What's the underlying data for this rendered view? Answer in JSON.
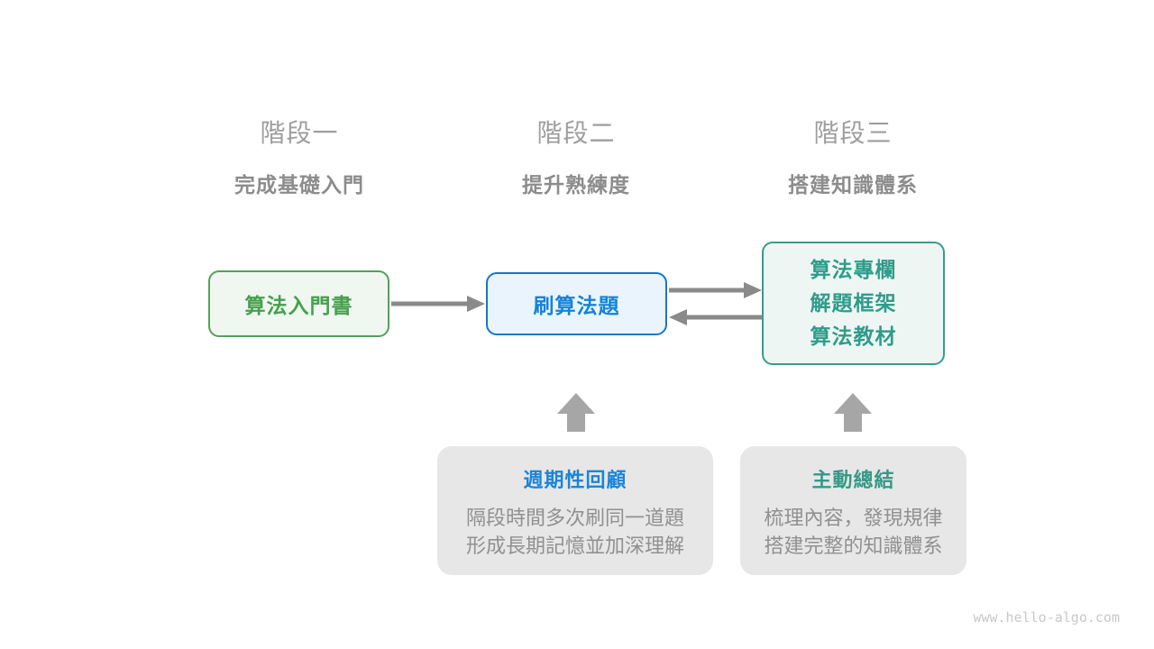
{
  "page": {
    "watermark": "www.hello-algo.com"
  },
  "stages": [
    {
      "title": "階段一",
      "subtitle": "完成基礎入門"
    },
    {
      "title": "階段二",
      "subtitle": "提升熟練度"
    },
    {
      "title": "階段三",
      "subtitle": "搭建知識體系"
    }
  ],
  "nodes": {
    "intro_book": {
      "label": "算法入門書"
    },
    "practice_problems": {
      "label": "刷算法題"
    },
    "knowledge_sources": {
      "lines": [
        "算法專欄",
        "解題框架",
        "算法教材"
      ]
    }
  },
  "callouts": [
    {
      "title": "週期性回顧",
      "body_lines": [
        "隔段時間多次刷同一道題",
        "形成長期記憶並加深理解"
      ]
    },
    {
      "title": "主動總結",
      "body_lines": [
        "梳理內容，發現規律",
        "搭建完整的知識體系"
      ]
    }
  ],
  "colors": {
    "green_border": "#55a05b",
    "green_text": "#45a04d",
    "green_fill": "#f0f7f0",
    "blue_border": "#1278c8",
    "blue_text": "#1583d6",
    "blue_fill": "#eaf4fc",
    "teal_border": "#379c8b",
    "teal_text": "#2f9c8a",
    "teal_fill": "#eef6f4",
    "callout_fill": "#e7e7e7",
    "callout_title_blue": "#1b85d8",
    "callout_title_teal": "#339987",
    "callout_body": "#909090",
    "stage_title": "#9e9e9e",
    "stage_subtitle": "#8c8c8c",
    "arrow": "#8a8a8a",
    "block_arrow": "#a6a6a6",
    "watermark": "#c9c9c9"
  }
}
